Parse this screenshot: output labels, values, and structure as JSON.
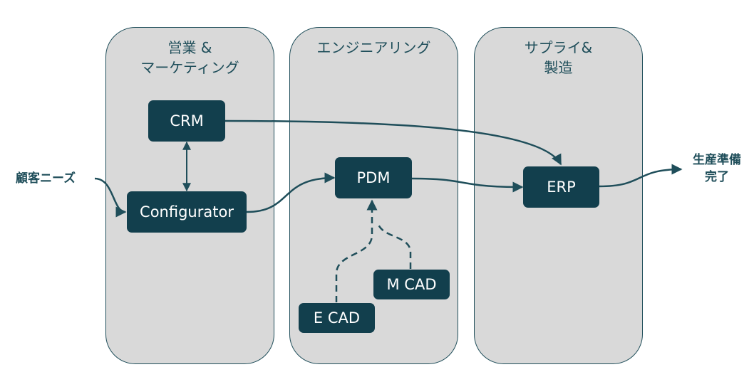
{
  "diagram": {
    "lanes": [
      {
        "title": "営業 &\nマーケティング"
      },
      {
        "title": "エンジニアリング"
      },
      {
        "title": "サプライ&\n製造"
      }
    ],
    "nodes": {
      "crm": "CRM",
      "configurator": "Configurator",
      "pdm": "PDM",
      "erp": "ERP",
      "mcad": "M CAD",
      "ecad": "E CAD"
    },
    "input_label": "顧客ニーズ",
    "output_label": "生産準備\n完了",
    "colors": {
      "lane_fill": "#d9d9d9",
      "lane_border": "#1f4e5a",
      "node_fill": "#123f4d",
      "node_text": "#ffffff",
      "connector": "#1f4e5a"
    }
  }
}
